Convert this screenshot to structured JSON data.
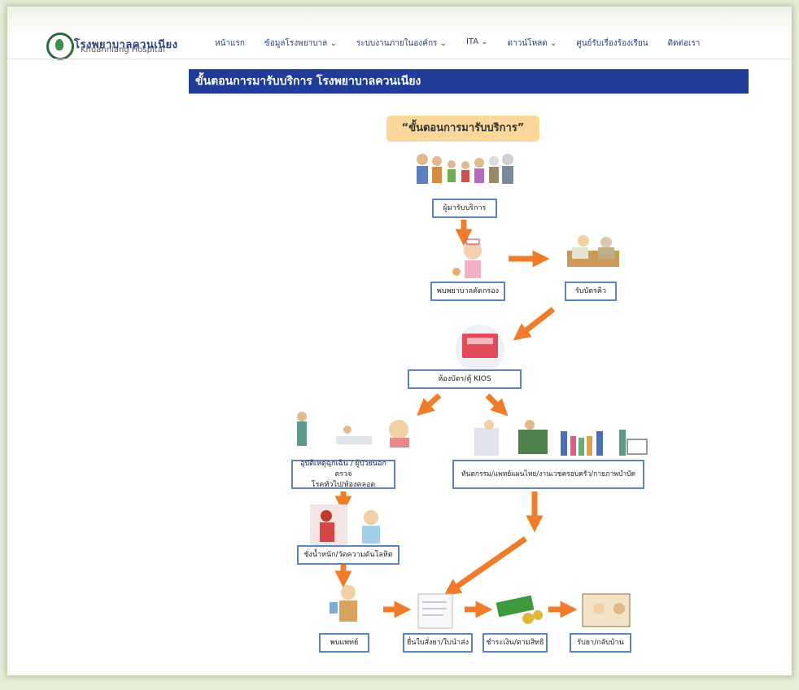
{
  "header": {
    "brand_th": "โรงพยาบาลควนเนียง",
    "brand_en": "Khuanniang Hospital",
    "nav": [
      "หน้าแรก",
      "ข้อมูลโรงพยาบาล ⌄",
      "ระบบงานภายในองค์กร ⌄",
      "ITA ⌄",
      "ดาวน์โหลด ⌄",
      "ศูนย์รับเรื่องร้องเรียน",
      "ติดต่อเรา"
    ]
  },
  "banner_title": "ขั้นตอนการมารับบริการ โรงพยาบาลควนเนียง",
  "flow": {
    "title": "“ขั้นตอนการมารับบริการ”",
    "steps": {
      "arrive": "ผู้มารับบริการ",
      "triage": "พบพยาบาลคัดกรอง",
      "queue": "รับบัตรคิว",
      "records": "ห้องบัตร/ตู้ KIOS",
      "emergency": "อุบัติเหตุฉุกเฉิน / ผู้ป่วยนอกตรวจ\nโรคทั่วไป/ห้องคลอด",
      "other": "ทันตกรรม/แพทย์แผนไทย/งานเวชครอบครัว/กายภาพบำบัด",
      "vitals": "ชั่งน้ำหนัก/วัดความดันโลหิต",
      "doctor": "พบแพทย์",
      "submit": "ยื่นใบสั่งยา/ใบนำส่ง",
      "pay": "ชำระเงิน/ตามสิทธิ",
      "home": "รับยา/กลับบ้าน"
    }
  },
  "colors": {
    "banner": "#1f3c99",
    "arrow": "#f07c2a",
    "box_border": "#5a86bf",
    "title_bg": "#fbd79c"
  }
}
